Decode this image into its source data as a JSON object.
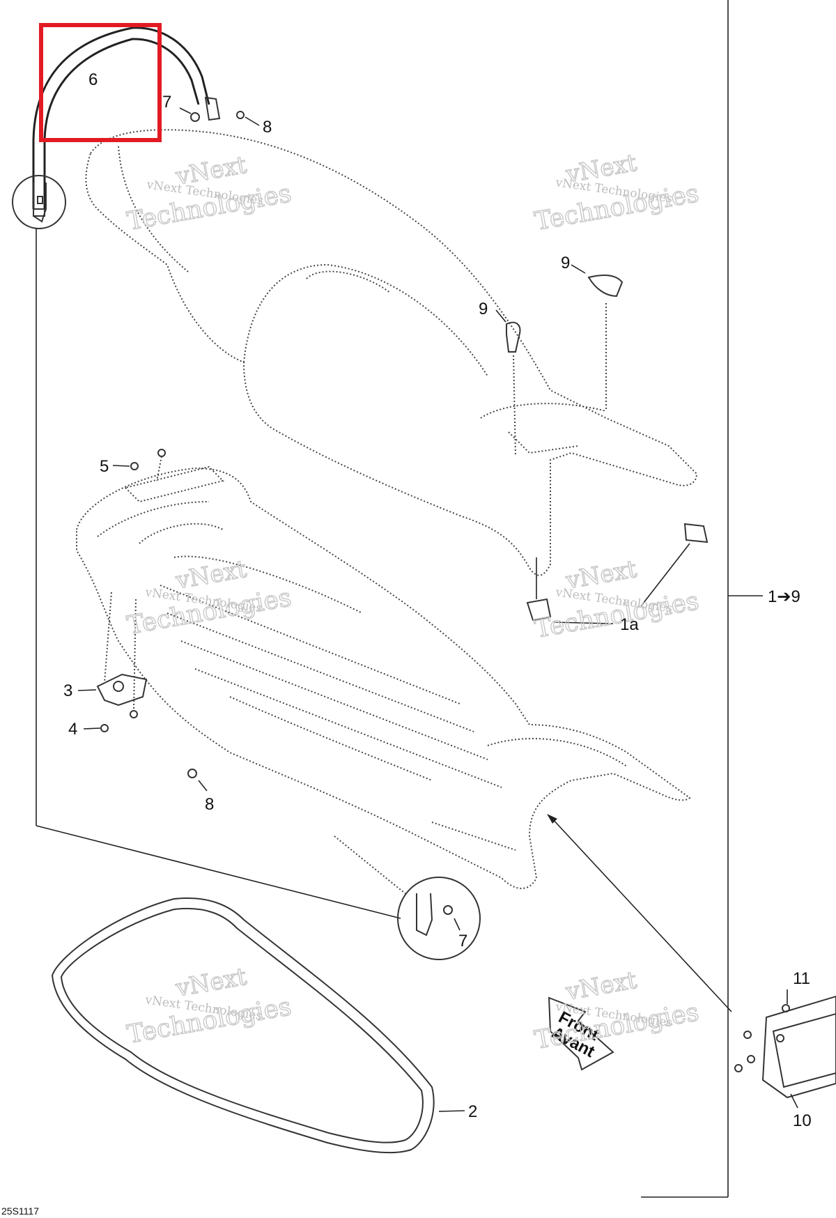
{
  "diagram": {
    "figure_code": "25S1117",
    "assembly_range": "1➔9",
    "front_label": "Front",
    "front_label_alt": "Avant",
    "highlight_color": "#e21b23",
    "callouts": [
      "6",
      "7",
      "8",
      "9",
      "9",
      "5",
      "1a",
      "3",
      "4",
      "8",
      "7",
      "2",
      "11",
      "10"
    ]
  },
  "watermarks": [
    {
      "small": "vNext Technologies",
      "big": "Technologies",
      "top": "vNext"
    },
    {
      "small": "vNext Technologies",
      "big": "Technologies",
      "top": "vNext"
    },
    {
      "small": "vNext Technologies",
      "big": "Technologies",
      "top": "vNext"
    },
    {
      "small": "vNext Technologies",
      "big": "Technologies",
      "top": "vNext"
    },
    {
      "small": "vNext Technologies",
      "big": "Technologies",
      "top": "vNext"
    },
    {
      "small": "vNext Technologies",
      "big": "Technologies",
      "top": "vNext"
    }
  ]
}
